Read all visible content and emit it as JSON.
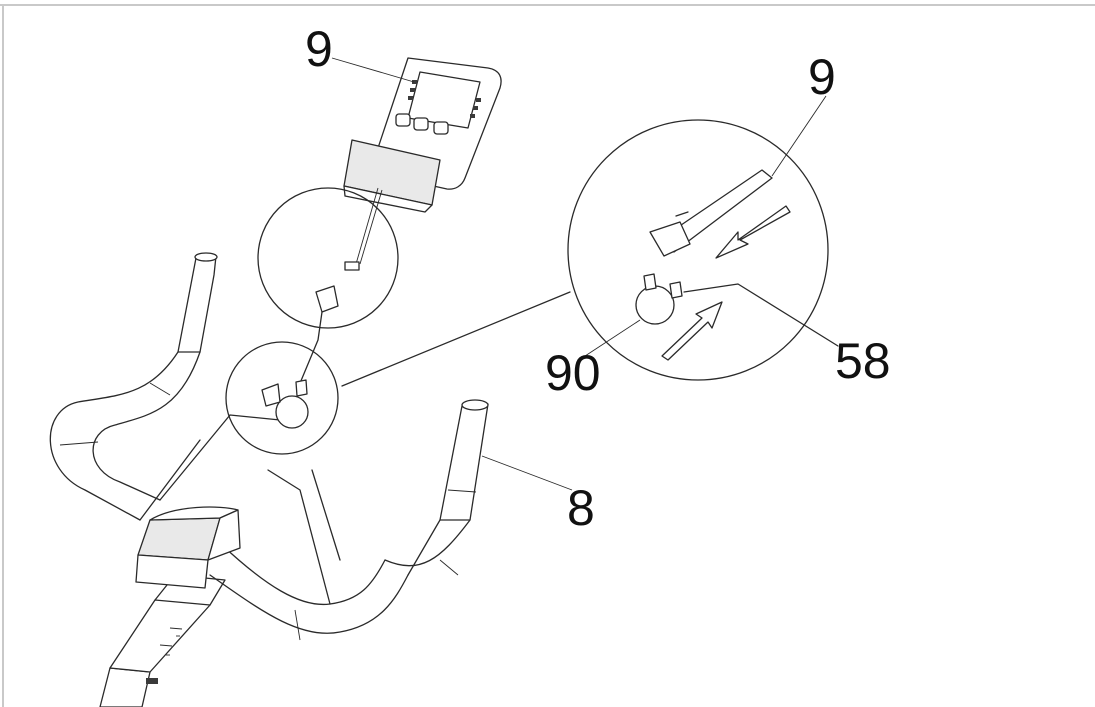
{
  "diagram": {
    "callouts": [
      {
        "id": "console-top",
        "text": "9"
      },
      {
        "id": "console-detail",
        "text": "9"
      },
      {
        "id": "clamp",
        "text": "90"
      },
      {
        "id": "bracket",
        "text": "58"
      },
      {
        "id": "handlebar",
        "text": "8"
      }
    ]
  }
}
